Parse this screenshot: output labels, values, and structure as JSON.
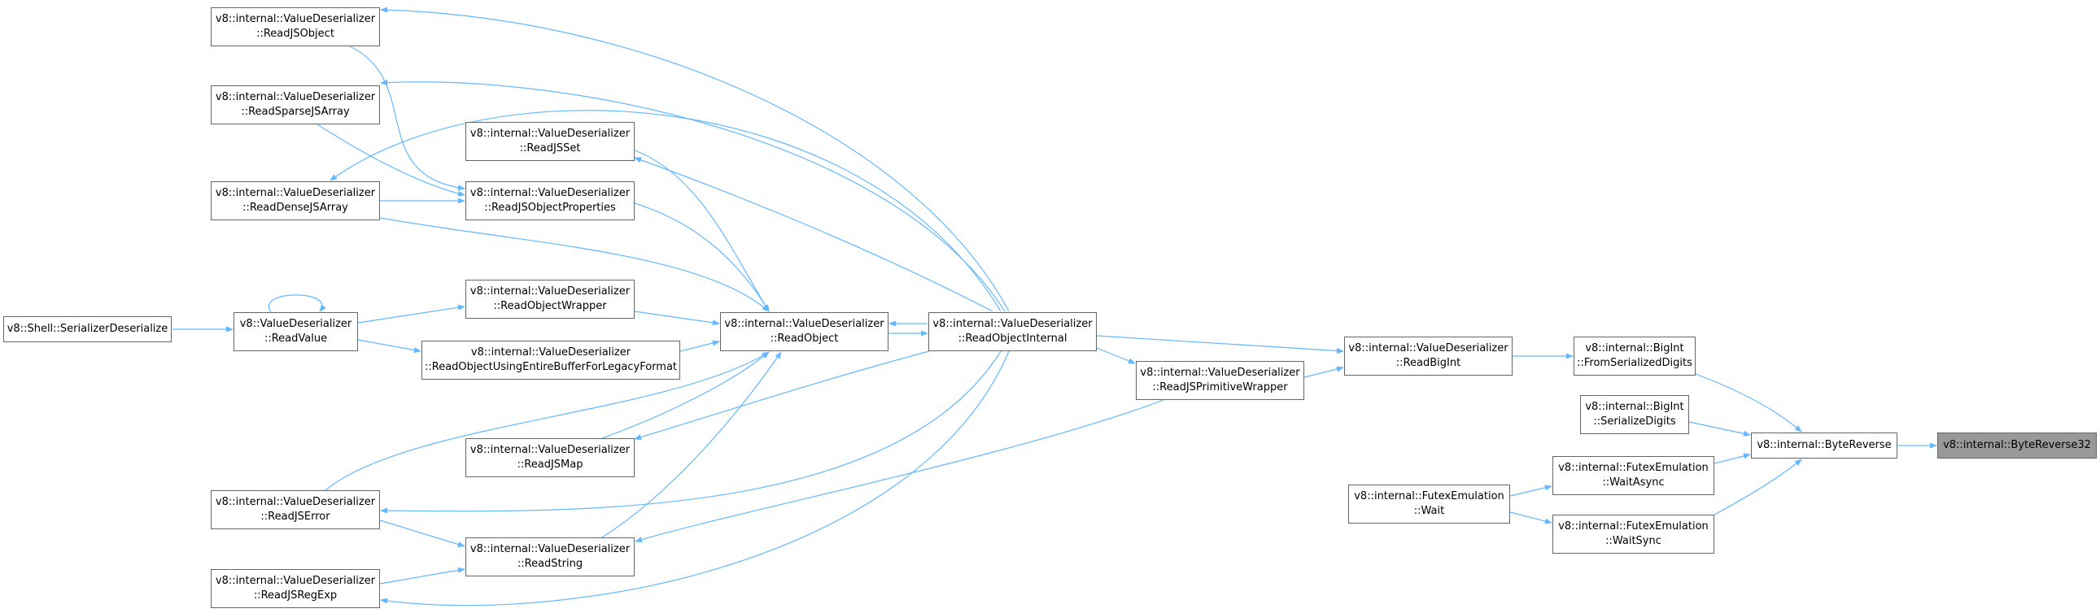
{
  "colors": {
    "edge": "#63b8ff",
    "node_border": "#666666",
    "current_fill": "#999999"
  },
  "nodes": [
    {
      "id": "readJSObject",
      "lines": [
        "v8::internal::ValueDeserializer",
        "::ReadJSObject"
      ]
    },
    {
      "id": "readSparseJSArray",
      "lines": [
        "v8::internal::ValueDeserializer",
        "::ReadSparseJSArray"
      ]
    },
    {
      "id": "readJSSet",
      "lines": [
        "v8::internal::ValueDeserializer",
        "::ReadJSSet"
      ]
    },
    {
      "id": "readDenseJSArray",
      "lines": [
        "v8::internal::ValueDeserializer",
        "::ReadDenseJSArray"
      ]
    },
    {
      "id": "readJSObjectProperties",
      "lines": [
        "v8::internal::ValueDeserializer",
        "::ReadJSObjectProperties"
      ]
    },
    {
      "id": "readObjectWrapper",
      "lines": [
        "v8::internal::ValueDeserializer",
        "::ReadObjectWrapper"
      ]
    },
    {
      "id": "shellSerializerDeserialize",
      "lines": [
        "v8::Shell::SerializerDeserialize"
      ]
    },
    {
      "id": "readValue",
      "lines": [
        "v8::ValueDeserializer",
        "::ReadValue"
      ]
    },
    {
      "id": "readObjectLegacy",
      "lines": [
        "v8::internal::ValueDeserializer",
        "::ReadObjectUsingEntireBufferForLegacyFormat"
      ]
    },
    {
      "id": "readObject",
      "lines": [
        "v8::internal::ValueDeserializer",
        "::ReadObject"
      ]
    },
    {
      "id": "readObjectInternal",
      "lines": [
        "v8::internal::ValueDeserializer",
        "::ReadObjectInternal"
      ]
    },
    {
      "id": "readJSPrimitiveWrapper",
      "lines": [
        "v8::internal::ValueDeserializer",
        "::ReadJSPrimitiveWrapper"
      ]
    },
    {
      "id": "readBigInt",
      "lines": [
        "v8::internal::ValueDeserializer",
        "::ReadBigInt"
      ]
    },
    {
      "id": "fromSerializedDigits",
      "lines": [
        "v8::internal::BigInt",
        "::FromSerializedDigits"
      ]
    },
    {
      "id": "serializeDigits",
      "lines": [
        "v8::internal::BigInt",
        "::SerializeDigits"
      ]
    },
    {
      "id": "byteReverse",
      "lines": [
        "v8::internal::ByteReverse"
      ]
    },
    {
      "id": "byteReverse32",
      "lines": [
        "v8::internal::ByteReverse32"
      ],
      "current": true
    },
    {
      "id": "readJSMap",
      "lines": [
        "v8::internal::ValueDeserializer",
        "::ReadJSMap"
      ]
    },
    {
      "id": "readJSError",
      "lines": [
        "v8::internal::ValueDeserializer",
        "::ReadJSError"
      ]
    },
    {
      "id": "readString",
      "lines": [
        "v8::internal::ValueDeserializer",
        "::ReadString"
      ]
    },
    {
      "id": "readJSRegExp",
      "lines": [
        "v8::internal::ValueDeserializer",
        "::ReadJSRegExp"
      ]
    },
    {
      "id": "futexWaitAsync",
      "lines": [
        "v8::internal::FutexEmulation",
        "::WaitAsync"
      ]
    },
    {
      "id": "futexWait",
      "lines": [
        "v8::internal::FutexEmulation",
        "::Wait"
      ]
    },
    {
      "id": "futexWaitSync",
      "lines": [
        "v8::internal::FutexEmulation",
        "::WaitSync"
      ]
    }
  ]
}
